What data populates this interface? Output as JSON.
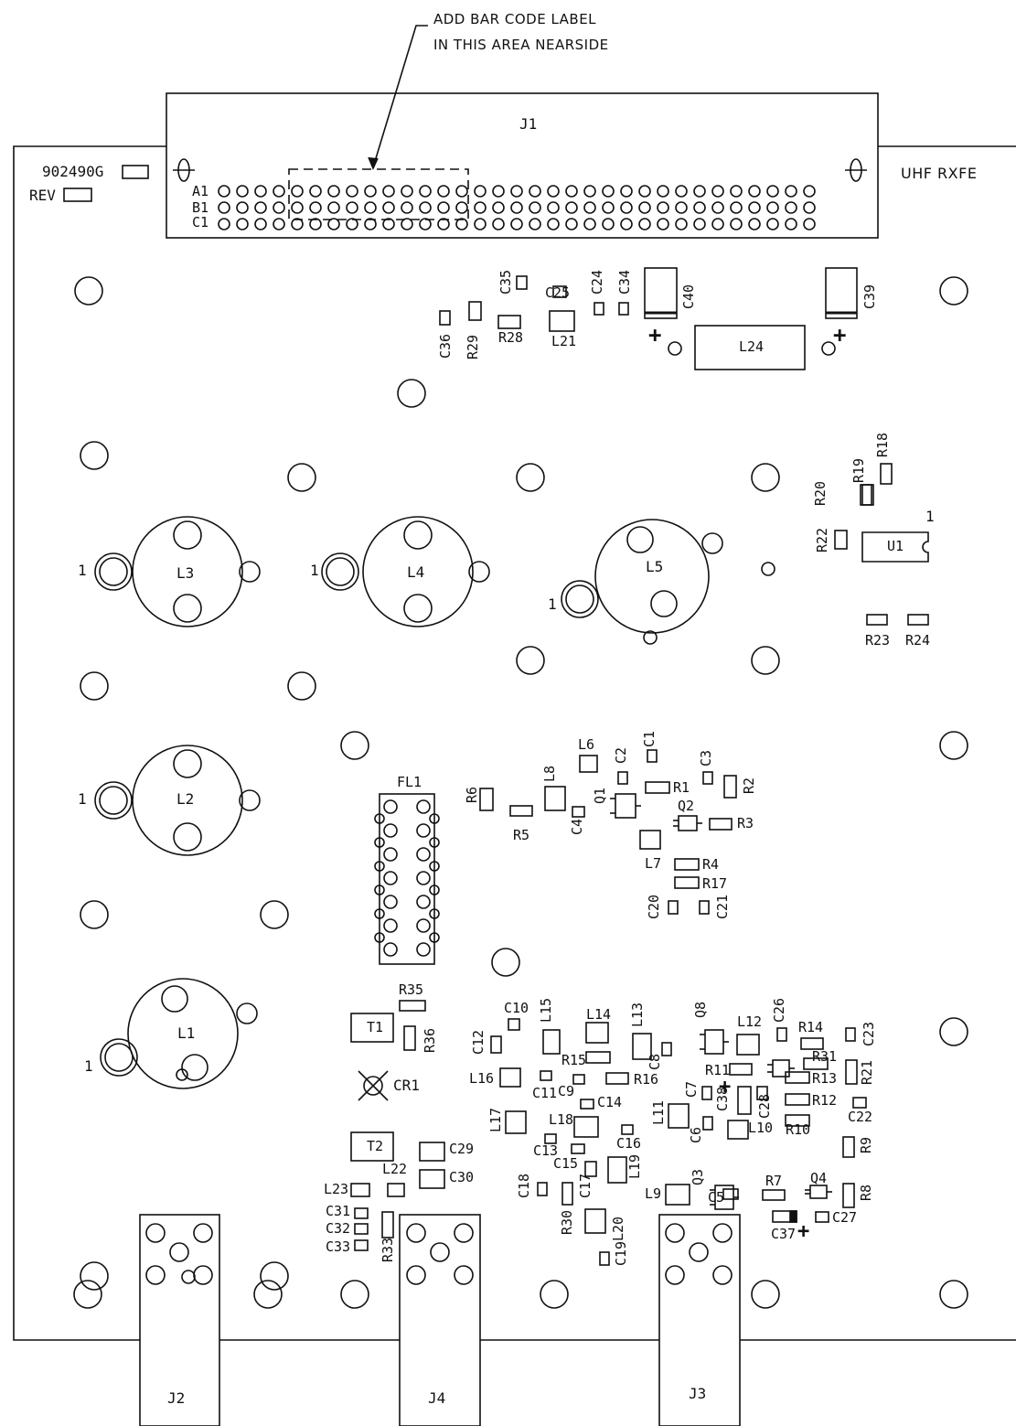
{
  "note": {
    "line1": "ADD BAR CODE LABEL",
    "line2": "IN THIS AREA NEARSIDE"
  },
  "board": {
    "part_number": "902490G",
    "rev_label": "REV",
    "name": "UHF RXFE"
  },
  "connectors": {
    "j1": "J1",
    "j2": "J2",
    "j3": "J3",
    "j4": "J4",
    "rows": [
      "A1",
      "B1",
      "C1"
    ]
  },
  "pin1_marker": "1",
  "coils": [
    "L1",
    "L2",
    "L3",
    "L4",
    "L5"
  ],
  "filter": "FL1",
  "ic": "U1",
  "diode": "CR1",
  "transformers": [
    "T1",
    "T2"
  ],
  "polarity": "+",
  "refs": {
    "c1": "C1",
    "c2": "C2",
    "c3": "C3",
    "c4": "C4",
    "c5": "C5",
    "c6": "C6",
    "c7": "C7",
    "c8": "C8",
    "c9": "C9",
    "c10": "C10",
    "c11": "C11",
    "c12": "C12",
    "c13": "C13",
    "c14": "C14",
    "c15": "C15",
    "c16": "C16",
    "c17": "C17",
    "c18": "C18",
    "c19": "C19",
    "c20": "C20",
    "c21": "C21",
    "c22": "C22",
    "c23": "C23",
    "c24": "C24",
    "c25": "C25",
    "c26": "C26",
    "c27": "C27",
    "c28": "C28",
    "c29": "C29",
    "c30": "C30",
    "c31": "C31",
    "c32": "C32",
    "c33": "C33",
    "c34": "C34",
    "c35": "C35",
    "c36": "C36",
    "c37": "C37",
    "c38": "C38",
    "c39": "C39",
    "c40": "C40",
    "r1": "R1",
    "r2": "R2",
    "r3": "R3",
    "r4": "R4",
    "r5": "R5",
    "r6": "R6",
    "r7": "R7",
    "r8": "R8",
    "r9": "R9",
    "r10": "R10",
    "r11": "R11",
    "r12": "R12",
    "r13": "R13",
    "r14": "R14",
    "r15": "R15",
    "r16": "R16",
    "r17": "R17",
    "r18": "R18",
    "r19": "R19",
    "r20": "R20",
    "r21": "R21",
    "r22": "R22",
    "r23": "R23",
    "r24": "R24",
    "r28": "R28",
    "r29": "R29",
    "r30": "R30",
    "r31": "R31",
    "r33": "R33",
    "r35": "R35",
    "r36": "R36",
    "l6": "L6",
    "l7": "L7",
    "l8": "L8",
    "l9": "L9",
    "l10": "L10",
    "l11": "L11",
    "l12": "L12",
    "l13": "L13",
    "l14": "L14",
    "l15": "L15",
    "l16": "L16",
    "l17": "L17",
    "l18": "L18",
    "l19": "L19",
    "l20": "L20",
    "l21": "L21",
    "l22": "L22",
    "l23": "L23",
    "l24": "L24",
    "q1": "Q1",
    "q2": "Q2",
    "q3": "Q3",
    "q4": "Q4",
    "q8": "Q8"
  }
}
